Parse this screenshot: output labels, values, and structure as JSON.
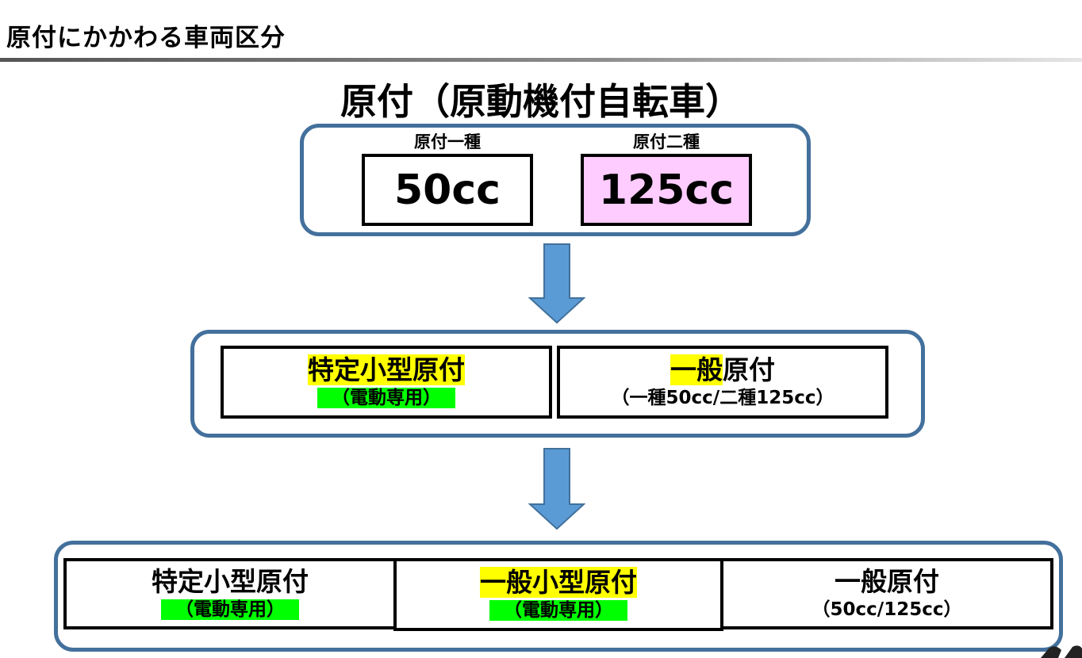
{
  "title": "原付にかかわる車両区分",
  "heading": "原付（原動機付自転車）",
  "top_group": {
    "cells": [
      {
        "label": "原付一種",
        "value": "50cc",
        "fill": "#ffffff"
      },
      {
        "label": "原付二種",
        "value": "125cc",
        "fill": "#ffccff"
      }
    ]
  },
  "middle_group": {
    "cells": [
      {
        "name_highlight": "特定小型原付",
        "name_rest": "",
        "sub": "（電動専用）"
      },
      {
        "name_highlight": "一般",
        "name_rest": "原付",
        "sub": "（一種50cc/二種125cc）"
      }
    ]
  },
  "bottom_group": {
    "cells": [
      {
        "name": "特定小型原付",
        "sub": "（電動専用）"
      },
      {
        "name": "一般小型原付",
        "sub": "（電動専用）"
      },
      {
        "name": "一般原付",
        "sub": "（50cc/125cc）"
      }
    ]
  },
  "colors": {
    "frame_border": "#43709c",
    "arrow_fill": "#5b9bd5",
    "highlight_yellow": "#ffff00",
    "highlight_green": "#00ff00"
  }
}
